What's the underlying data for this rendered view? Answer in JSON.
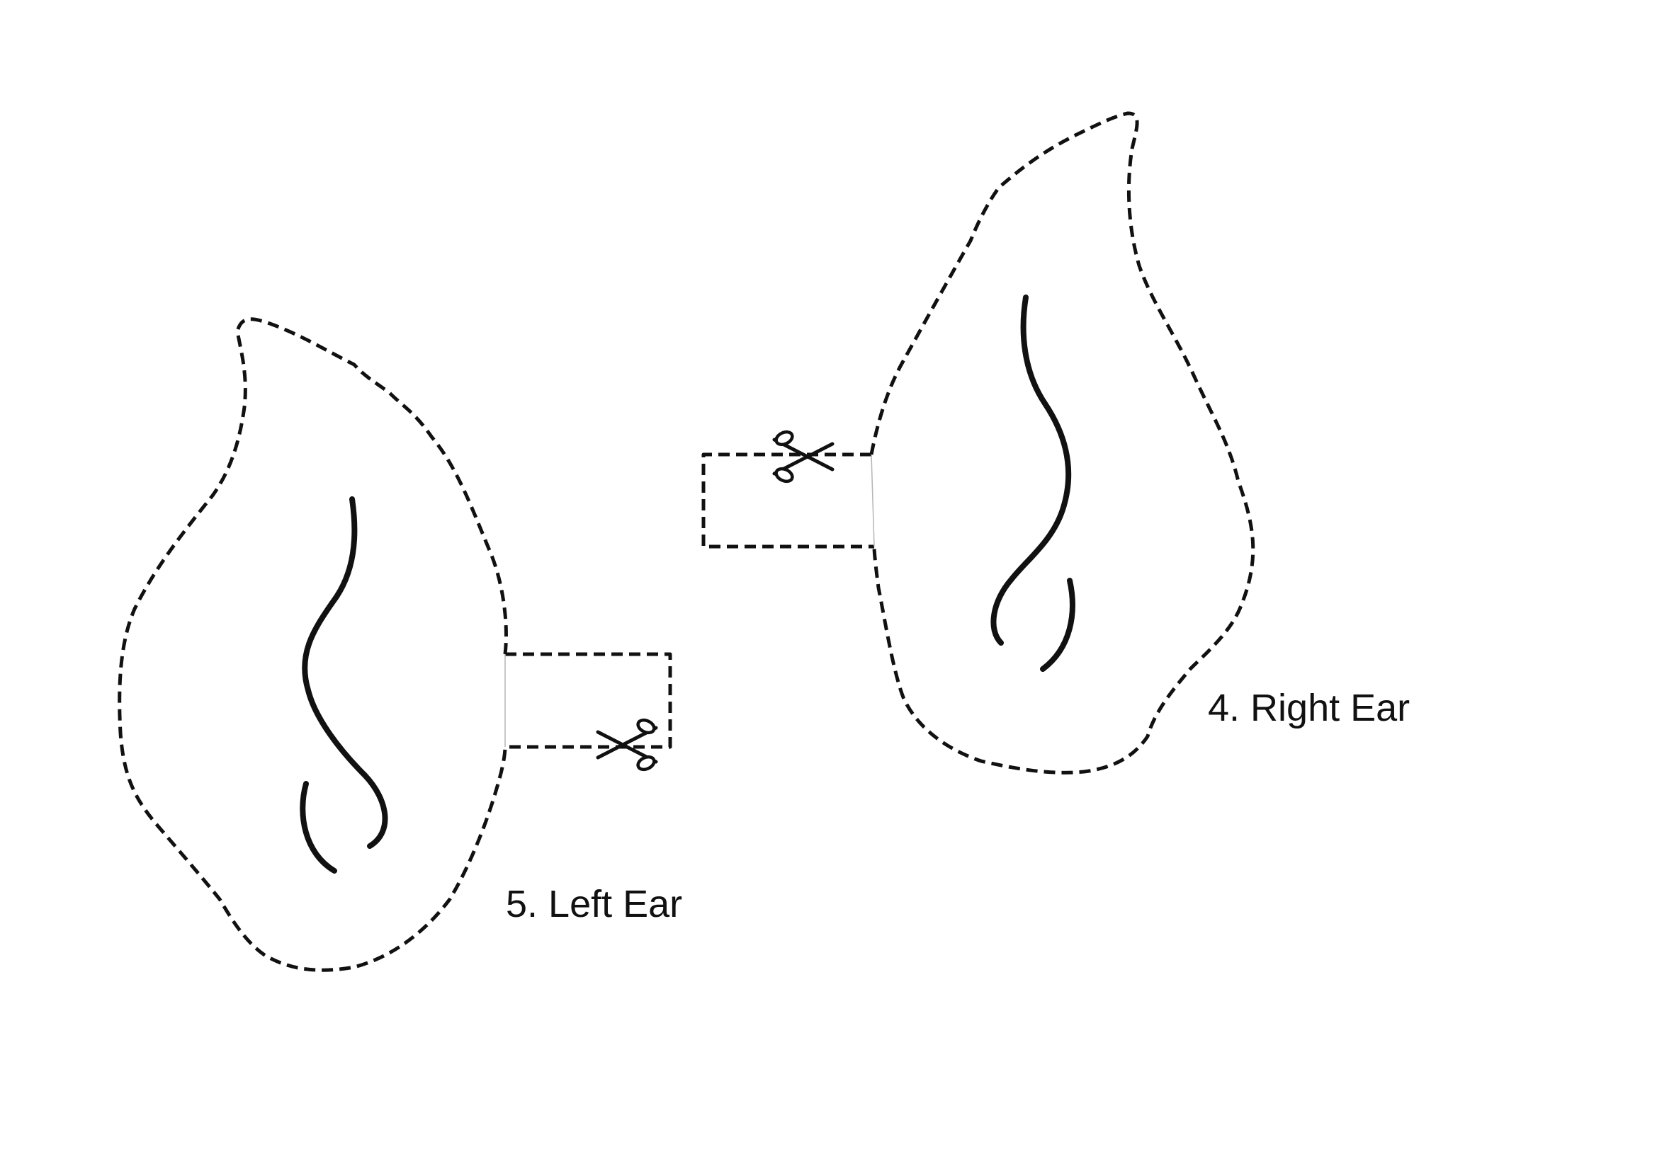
{
  "pieces": [
    {
      "id": "left-ear",
      "label": "5. Left Ear"
    },
    {
      "id": "right-ear",
      "label": "4. Right Ear"
    }
  ],
  "colors": {
    "line": "#111111",
    "fold": "#b5b5b5",
    "background": "#ffffff"
  },
  "icons": [
    "scissors-icon"
  ]
}
